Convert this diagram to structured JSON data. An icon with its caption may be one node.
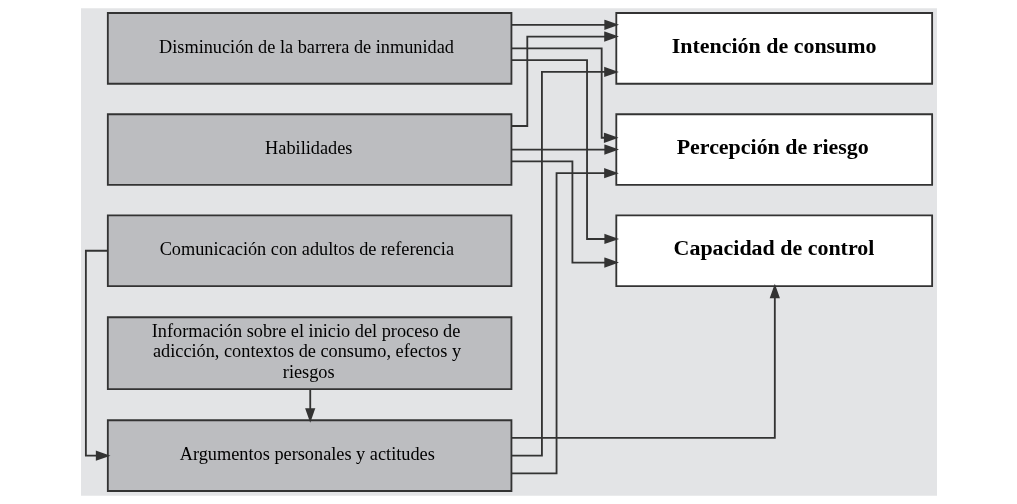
{
  "diagram": {
    "nodes": [
      {
        "text": [
          "Información sobre el inicio del proceso de adicción, contextos de consumo, efectos y riesgos"
        ]
      },
      {
        "text": [
          "Comunicación con adultos de referencia"
        ]
      },
      {
        "text": [
          "Argumentos personales y actitudes"
        ]
      },
      {
        "text": [
          "Habilidades"
        ]
      },
      {
        "text": [
          "Disminución de la barrera de inmunidad"
        ]
      },
      {
        "text": [
          "Intención de consumo"
        ]
      },
      {
        "text": [
          "Percepción de riesgo"
        ]
      },
      {
        "text": [
          "Capacidad de control"
        ]
      }
    ],
    "edges": [
      {
        "from": 0,
        "to": 2,
        "arrow": "to"
      },
      {
        "from": 1,
        "to": 2,
        "arrow": "to"
      },
      {
        "from": 2,
        "to": 5,
        "arrow": "to"
      },
      {
        "from": 2,
        "to": 6,
        "arrow": "to"
      },
      {
        "from": 2,
        "to": 7,
        "arrow": "to"
      },
      {
        "from": 3,
        "to": 5,
        "arrow": "to"
      },
      {
        "from": 3,
        "to": 6,
        "arrow": "to"
      },
      {
        "from": 3,
        "to": 7,
        "arrow": "to"
      },
      {
        "from": 4,
        "to": 5,
        "arrow": "to"
      },
      {
        "from": 4,
        "to": 6,
        "arrow": "to"
      },
      {
        "from": 4,
        "to": 7,
        "arrow": "to"
      }
    ]
  }
}
